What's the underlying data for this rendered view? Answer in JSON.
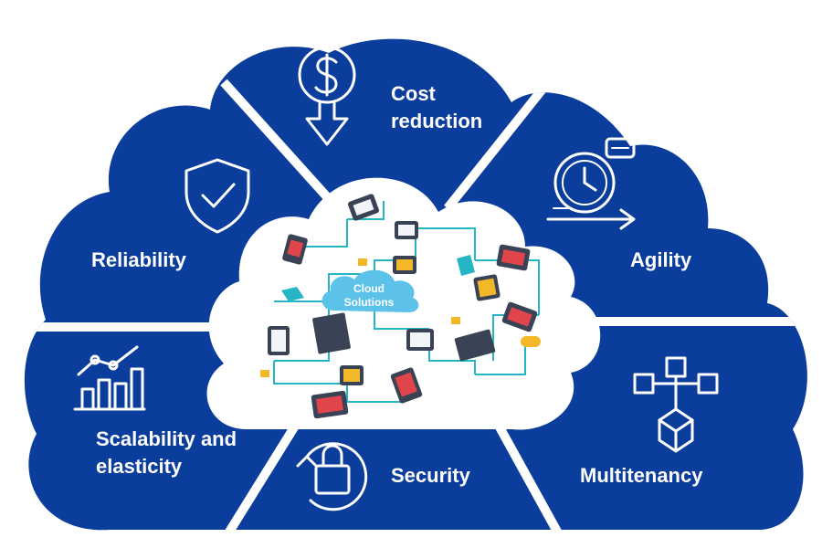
{
  "diagram": {
    "colors": {
      "cloud": "#0a3d9c",
      "divider": "#ffffff",
      "inner": "#ffffff",
      "connector": "#25b5c4",
      "device_dark": "#3a4255",
      "accent_red": "#e0454b",
      "accent_yellow": "#f3b82a",
      "bubble": "#5cc2ea"
    },
    "center": {
      "label": "Cloud Solutions",
      "line1": "Cloud",
      "line2": "Solutions"
    },
    "segments": {
      "cost_reduction": {
        "label_line1": "Cost",
        "label_line2": "reduction",
        "icon": "dollar-down-arrow-icon"
      },
      "agility": {
        "label": "Agility",
        "icon": "stopwatch-arrow-icon"
      },
      "multitenancy": {
        "label": "Multitenancy",
        "icon": "tenant-tree-icon"
      },
      "security": {
        "label": "Security",
        "icon": "padlock-refresh-icon"
      },
      "scalability": {
        "label_line1": "Scalability and",
        "label_line2": "elasticity",
        "icon": "growth-chart-icon"
      },
      "reliability": {
        "label": "Reliability",
        "icon": "shield-check-icon"
      }
    }
  }
}
